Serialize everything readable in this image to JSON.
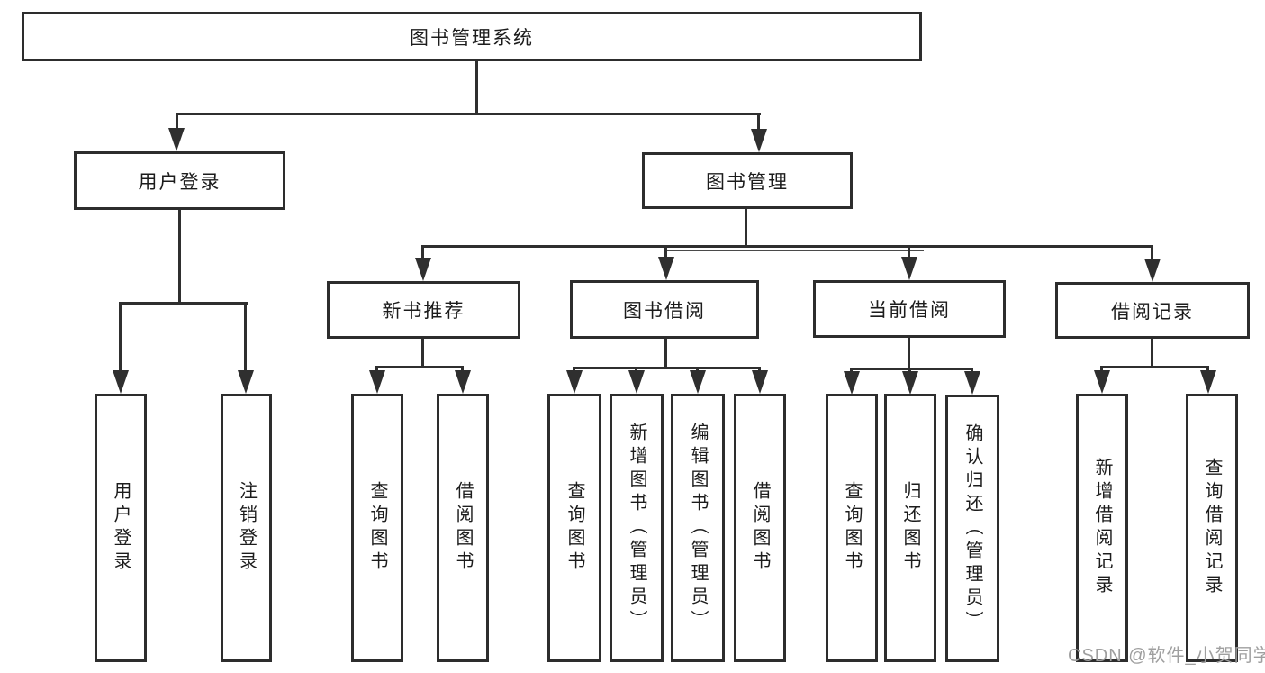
{
  "tree": {
    "root": {
      "label": "图书管理系统"
    },
    "branches": [
      {
        "label": "用户登录",
        "children": [
          {
            "label": "用户登录"
          },
          {
            "label": "注销登录"
          }
        ]
      },
      {
        "label": "图书管理",
        "children": [
          {
            "label": "新书推荐",
            "children": [
              {
                "label": "查询图书"
              },
              {
                "label": "借阅图书"
              }
            ]
          },
          {
            "label": "图书借阅",
            "children": [
              {
                "label": "查询图书"
              },
              {
                "label": "新增图书（管理员）"
              },
              {
                "label": "编辑图书（管理员）"
              },
              {
                "label": "借阅图书"
              }
            ]
          },
          {
            "label": "当前借阅",
            "children": [
              {
                "label": "查询图书"
              },
              {
                "label": "归还图书"
              },
              {
                "label": "确认归还（管理员）"
              }
            ]
          },
          {
            "label": "借阅记录",
            "children": [
              {
                "label": "新增借阅记录"
              },
              {
                "label": "查询借阅记录"
              }
            ]
          }
        ]
      }
    ]
  },
  "watermark": {
    "text": "CSDN @软件_小贺同学"
  },
  "colors": {
    "line": "#2f2f2f",
    "box_border": "#2d2d2d",
    "text": "#1c1c1c",
    "watermark": "#9f9f9f",
    "background": "#ffffff"
  }
}
